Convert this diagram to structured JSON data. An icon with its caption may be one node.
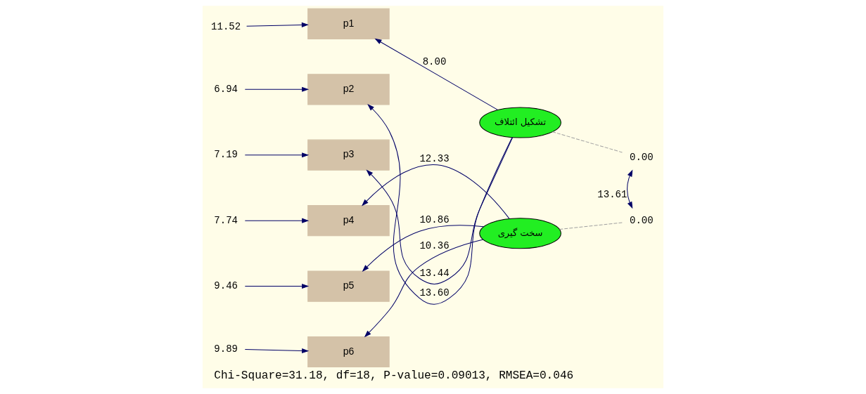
{
  "diagram": {
    "caption": "Chi-Square=31.18, df=18, P-value=0.09013, RMSEA=0.046",
    "nodes": [
      {
        "text": [
          "11.52"
        ]
      },
      {
        "text": [
          "p1"
        ]
      },
      {
        "text": [
          "6.94"
        ]
      },
      {
        "text": [
          "p2"
        ]
      },
      {
        "text": [
          "7.19"
        ]
      },
      {
        "text": [
          "p3"
        ]
      },
      {
        "text": [
          "7.74"
        ]
      },
      {
        "text": [
          "p4"
        ]
      },
      {
        "text": [
          "9.46"
        ]
      },
      {
        "text": [
          "p5"
        ]
      },
      {
        "text": [
          "9.89"
        ]
      },
      {
        "text": [
          "p6"
        ]
      },
      {
        "text": [
          "تشکیل ائتلاف"
        ]
      },
      {
        "text": [
          "0.00"
        ]
      },
      {
        "text": [
          "سخت گیری"
        ]
      },
      {
        "text": [
          "0.00"
        ]
      }
    ],
    "edges": [
      {
        "from": 0,
        "to": 1,
        "arrow": "to"
      },
      {
        "from": 2,
        "to": 3,
        "arrow": "to"
      },
      {
        "from": 4,
        "to": 5,
        "arrow": "to"
      },
      {
        "from": 6,
        "to": 7,
        "arrow": "to"
      },
      {
        "from": 8,
        "to": 9,
        "arrow": "to"
      },
      {
        "from": 10,
        "to": 11,
        "arrow": "to"
      },
      {
        "from": 12,
        "to": 1,
        "arrow": "to",
        "label": "8.00"
      },
      {
        "from": 12,
        "to": 3,
        "arrow": "to",
        "label": "13.60"
      },
      {
        "from": 12,
        "to": 5,
        "arrow": "to",
        "label": "13.44"
      },
      {
        "from": 14,
        "to": 7,
        "arrow": "to",
        "label": "12.33"
      },
      {
        "from": 14,
        "to": 9,
        "arrow": "to",
        "label": "10.86"
      },
      {
        "from": 14,
        "to": 11,
        "arrow": "to",
        "label": "10.36"
      },
      {
        "from": 12,
        "to": 13,
        "arrow": "none",
        "style": "dashed",
        "color": "#a0a0a0"
      },
      {
        "from": 14,
        "to": 15,
        "arrow": "none",
        "style": "dashed",
        "color": "#a0a0a0"
      },
      {
        "from": 13,
        "to": 15,
        "arrow": "both",
        "label": "13.61"
      }
    ]
  }
}
